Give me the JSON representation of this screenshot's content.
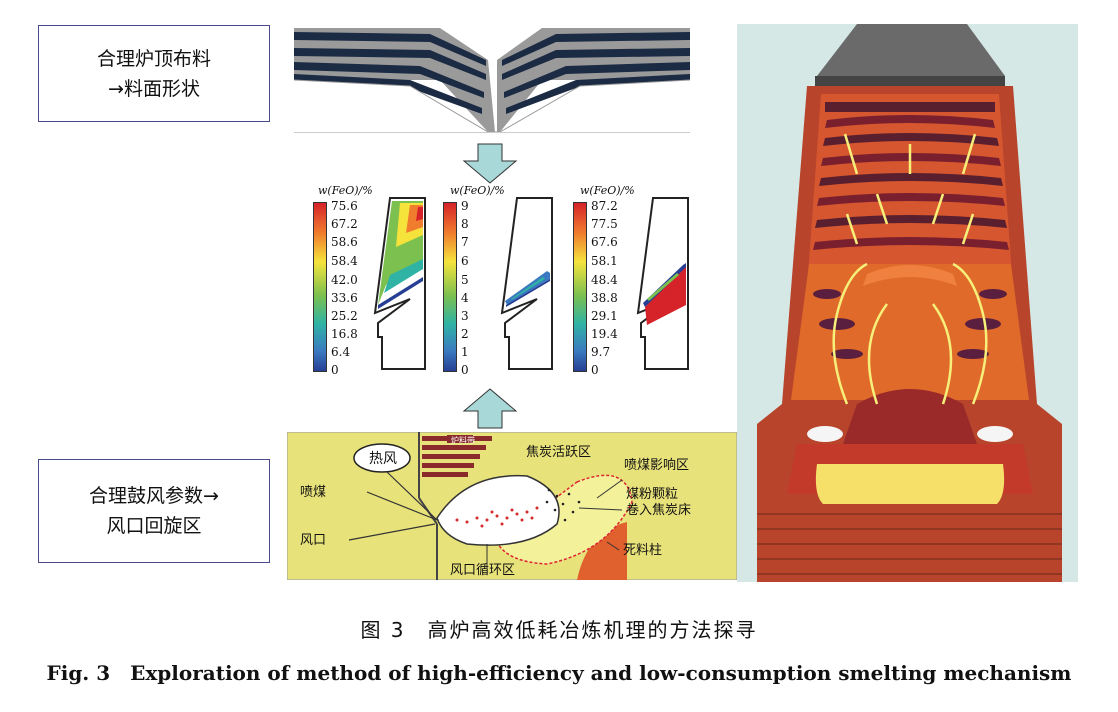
{
  "boxes": {
    "top_line1": "合理炉顶布料",
    "top_line2": "→料面形状",
    "bottom_line1": "合理鼓风参数→",
    "bottom_line2": "风口回旋区"
  },
  "legends": [
    {
      "label": "w(FeO)/%",
      "ticks": [
        "75.6",
        "67.2",
        "58.6",
        "58.4",
        "42.0",
        "33.6",
        "25.2",
        "16.8",
        "6.4",
        "0"
      ]
    },
    {
      "label": "w(FeO)/%",
      "ticks": [
        "9",
        "8",
        "7",
        "6",
        "5",
        "4",
        "3",
        "2",
        "1",
        "0"
      ]
    },
    {
      "label": "w(FeO)/%",
      "ticks": [
        "87.2",
        "77.5",
        "67.6",
        "58.1",
        "48.4",
        "38.8",
        "29.1",
        "19.4",
        "9.7",
        "0"
      ]
    }
  ],
  "raceway": {
    "sign": "炉料带",
    "hot_air": "热风",
    "coal_injection": "喷煤",
    "tuyere": "风口",
    "coke_active": "焦炭活跃区",
    "coal_influence": "喷煤影响区",
    "coal_particles_1": "煤粉颗粒",
    "coal_particles_2": "卷入焦炭床",
    "dead_man": "死料柱",
    "raceway_zone": "风口循环区"
  },
  "caption": {
    "cn": "图 3　高炉高效低耗冶炼机理的方法探寻",
    "en": "Fig. 3　Exploration of method of high-efficiency and low-consumption smelting mechanism"
  },
  "colors": {
    "box_border": "#4a4a8a",
    "arrow_fill": "#a9d8d8",
    "raceway_bg": "#e8e27a",
    "furnace_bg": "#d5e8e6"
  }
}
